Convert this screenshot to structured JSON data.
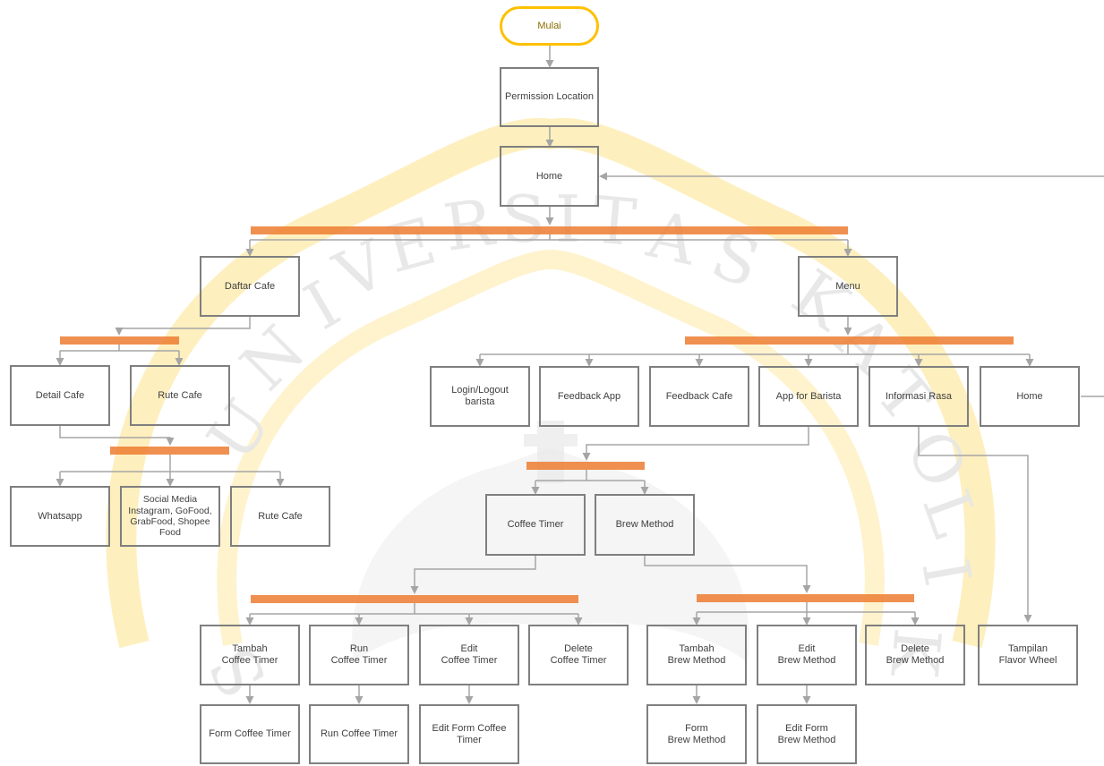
{
  "diagram": {
    "colors": {
      "node_border": "#7f7f7f",
      "start_border": "#ffc000",
      "connector": "#a5a5a5",
      "bar": "#ed7d31",
      "watermark": "#fde7a0"
    },
    "nodes": {
      "mulai": "Mulai",
      "permission": "Permission Location",
      "home": "Home",
      "daftar_cafe": "Daftar Cafe",
      "menu": "Menu",
      "detail_cafe": "Detail Cafe",
      "rute_cafe_1": "Rute Cafe",
      "whatsapp": "Whatsapp",
      "social_media": "Social Media\nInstagram, GoFood,\nGrabFood, Shopee\nFood",
      "rute_cafe_2": "Rute Cafe",
      "login_logout": "Login/Logout\nbarista",
      "feedback_app": "Feedback App",
      "feedback_cafe": "Feedback Cafe",
      "app_for_barista": "App for Barista",
      "informasi_rasa": "Informasi Rasa",
      "home_2": "Home",
      "coffee_timer": "Coffee Timer",
      "brew_method": "Brew Method",
      "tambah_coffee_timer": "Tambah\nCoffee Timer",
      "run_coffee_timer": "Run\nCoffee Timer",
      "edit_coffee_timer": "Edit\nCoffee Timer",
      "delete_coffee_timer": "Delete\nCoffee Timer",
      "tambah_brew_method": "Tambah\nBrew Method",
      "edit_brew_method": "Edit\nBrew Method",
      "delete_brew_method": "Delete\nBrew Method",
      "tampilan_flavor_wheel": "Tampilan\nFlavor Wheel",
      "form_coffee_timer": "Form Coffee Timer",
      "run_coffee_timer_2": "Run Coffee Timer",
      "edit_form_coffee_timer": "Edit Form Coffee\nTimer",
      "form_brew_method": "Form\nBrew Method",
      "edit_form_brew_method": "Edit Form\nBrew Method"
    }
  }
}
